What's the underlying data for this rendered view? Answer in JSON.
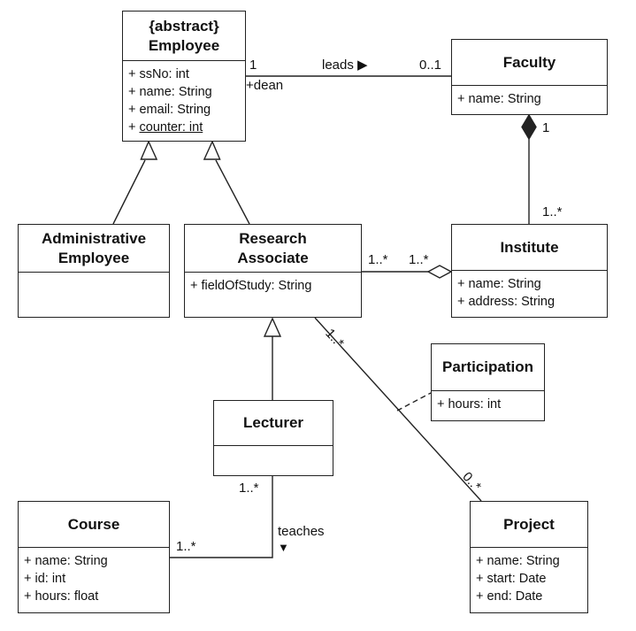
{
  "classes": {
    "employee": {
      "stereotype": "{abstract}",
      "name": "Employee",
      "attrs": [
        "+ ssNo: int",
        "+ name: String",
        "+ email: String"
      ],
      "static_prefix": "+ ",
      "static_attr": "counter: int"
    },
    "faculty": {
      "name": "Faculty",
      "attrs": [
        "+ name: String"
      ]
    },
    "admin": {
      "name_line1": "Administrative",
      "name_line2": "Employee"
    },
    "research": {
      "name_line1": "Research",
      "name_line2": "Associate",
      "attrs": [
        "+ fieldOfStudy: String"
      ]
    },
    "institute": {
      "name": "Institute",
      "attrs": [
        "+ name: String",
        "+ address: String"
      ]
    },
    "participation": {
      "name": "Participation",
      "attrs": [
        "+ hours: int"
      ]
    },
    "lecturer": {
      "name": "Lecturer"
    },
    "course": {
      "name": "Course",
      "attrs": [
        "+ name: String",
        "+ id: int",
        "+ hours: float"
      ]
    },
    "project": {
      "name": "Project",
      "attrs": [
        "+ name: String",
        "+ start: Date",
        "+ end: Date"
      ]
    }
  },
  "labels": {
    "emp_fac_mult": "1",
    "emp_role": "+dean",
    "leads": "leads ▶",
    "fac_mult": "0..1",
    "fac_comp_mult": "1",
    "inst_top_mult": "1..*",
    "ra_inst_mult": "1..*",
    "inst_left_mult": "1..*",
    "ra_proj_mult": "1..*",
    "proj_mult": "0..*",
    "lect_mult": "1..*",
    "teaches": "teaches",
    "teaches_arrow": "▼",
    "course_mult": "1..*"
  }
}
